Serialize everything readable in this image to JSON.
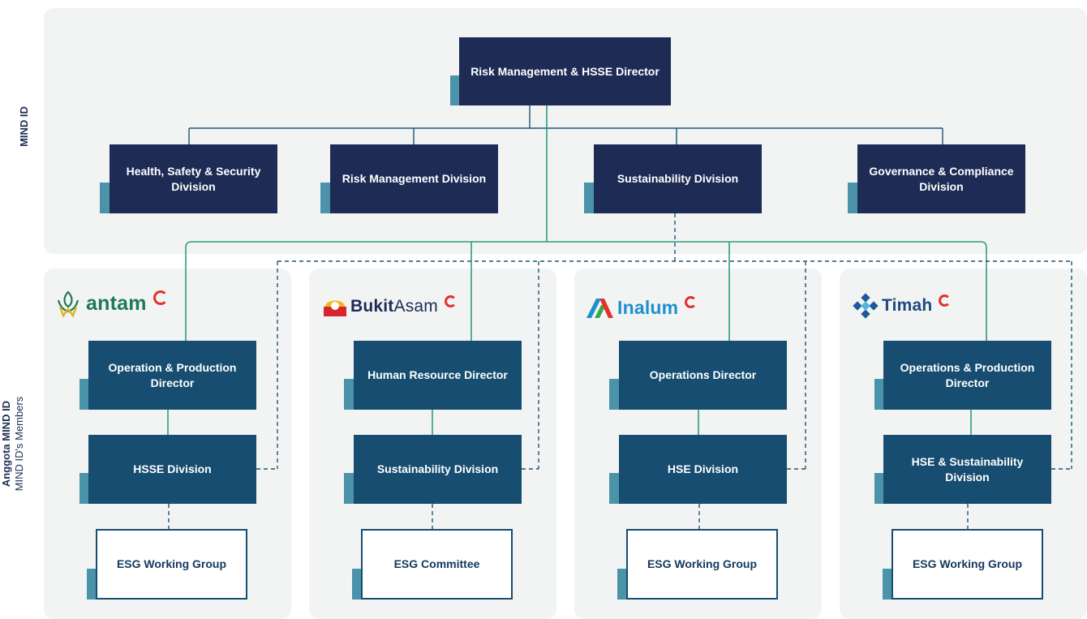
{
  "side_labels": {
    "top": "MIND ID",
    "bottom_bold": "Anggota MIND ID",
    "bottom_sub": "MIND ID's Members"
  },
  "director": "Risk Management & HSSE Director",
  "divisions": [
    "Health, Safety & Security Division",
    "Risk Management Division",
    "Sustainability Division",
    "Governance & Compliance Division"
  ],
  "members": [
    {
      "logo": "antam",
      "director": "Operation & Production Director",
      "division": "HSSE Division",
      "group": "ESG Working Group"
    },
    {
      "logo": "BukitAsam",
      "logo_bold": "Bukit",
      "logo_rest": "Asam",
      "director": "Human Resource Director",
      "division": "Sustainability Division",
      "group": "ESG Committee"
    },
    {
      "logo": "Inalum",
      "director": "Operations Director",
      "division": "HSE Division",
      "group": "ESG Working Group"
    },
    {
      "logo": "Timah",
      "director": "Operations & Production Director",
      "division": "HSE & Sustainability Division",
      "group": "ESG Working Group"
    }
  ],
  "colors": {
    "dark_box": "#1d2b55",
    "mid_box": "#164d70",
    "accent_tab": "#4a93a8",
    "solid_connector_top": "#1d5473",
    "solid_connector_green": "#2e9c7c",
    "dashed_connector": "#1d5473",
    "panel_bg": "#f2f4f4",
    "certification_mark": "#e0322c"
  }
}
